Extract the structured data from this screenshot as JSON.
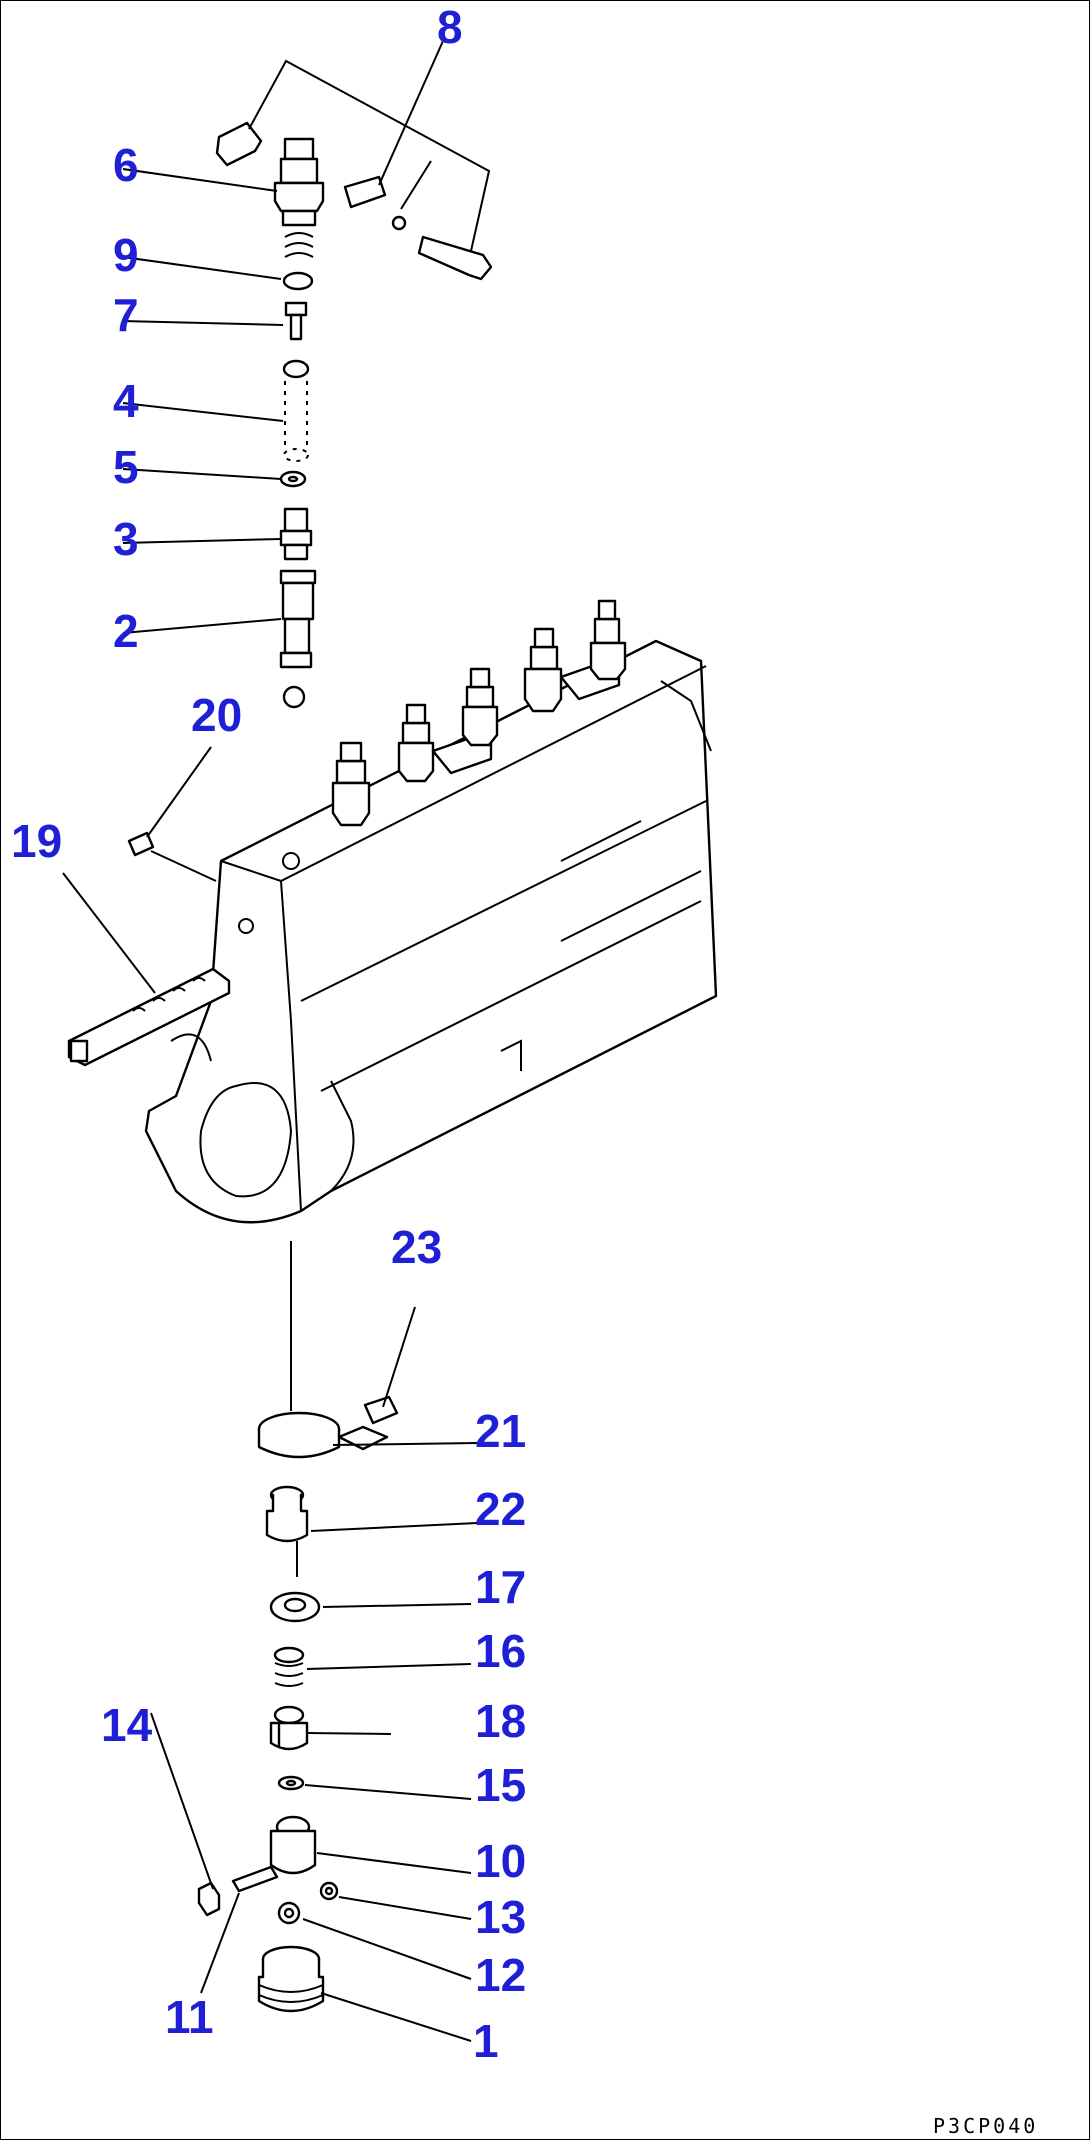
{
  "diagram": {
    "reference_code": "P3CP040",
    "callouts": [
      {
        "id": "1",
        "label": "1"
      },
      {
        "id": "2",
        "label": "2"
      },
      {
        "id": "3",
        "label": "3"
      },
      {
        "id": "4",
        "label": "4"
      },
      {
        "id": "5",
        "label": "5"
      },
      {
        "id": "6",
        "label": "6"
      },
      {
        "id": "7",
        "label": "7"
      },
      {
        "id": "8",
        "label": "8"
      },
      {
        "id": "9",
        "label": "9"
      },
      {
        "id": "10",
        "label": "10"
      },
      {
        "id": "11",
        "label": "11"
      },
      {
        "id": "12",
        "label": "12"
      },
      {
        "id": "13",
        "label": "13"
      },
      {
        "id": "14",
        "label": "14"
      },
      {
        "id": "15",
        "label": "15"
      },
      {
        "id": "16",
        "label": "16"
      },
      {
        "id": "17",
        "label": "17"
      },
      {
        "id": "18",
        "label": "18"
      },
      {
        "id": "19",
        "label": "19"
      },
      {
        "id": "20",
        "label": "20"
      },
      {
        "id": "21",
        "label": "21"
      },
      {
        "id": "22",
        "label": "22"
      },
      {
        "id": "23",
        "label": "23"
      }
    ],
    "callout_color": "#1f1fd6",
    "line_color": "#000000"
  }
}
